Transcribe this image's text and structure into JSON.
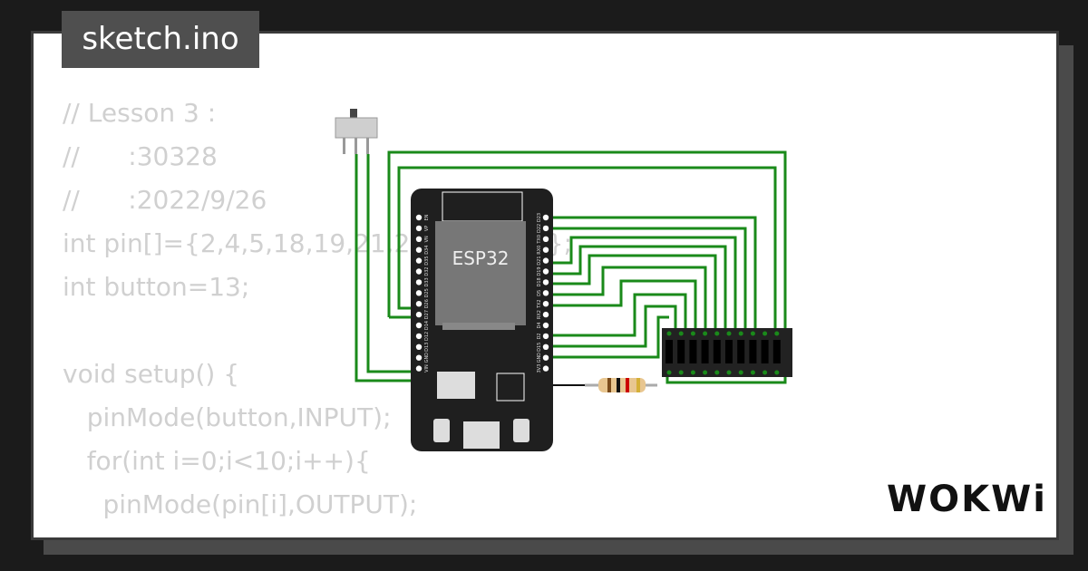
{
  "tab": {
    "filename": "sketch.ino"
  },
  "code": {
    "lines": [
      "// Lesson 3 :",
      "//      :30328",
      "//      :2022/9/26",
      "int pin[]={2,4,5,18,19,21,22,23,25,26};",
      "int button=13;",
      "",
      "void setup() {",
      "   pinMode(button,INPUT);",
      "   for(int i=0;i<10;i++){",
      "     pinMode(pin[i],OUTPUT);",
      "}"
    ]
  },
  "board": {
    "name": "ESP32",
    "left_pins": [
      "EN",
      "VP",
      "VN",
      "D34",
      "D35",
      "D32",
      "D33",
      "D25",
      "D26",
      "D27",
      "D14",
      "D12",
      "D13",
      "GND",
      "VIN"
    ],
    "right_pins": [
      "D23",
      "D22",
      "TX0",
      "RX0",
      "D21",
      "D19",
      "D18",
      "D5",
      "TX2",
      "RX2",
      "D4",
      "D2",
      "D15",
      "GND",
      "3V3"
    ]
  },
  "logo": {
    "text": "WOKWi"
  },
  "colors": {
    "wire": "#1a8a1a",
    "board": "#1f1f1f",
    "chip": "#777777",
    "led_bar": "#222222"
  }
}
